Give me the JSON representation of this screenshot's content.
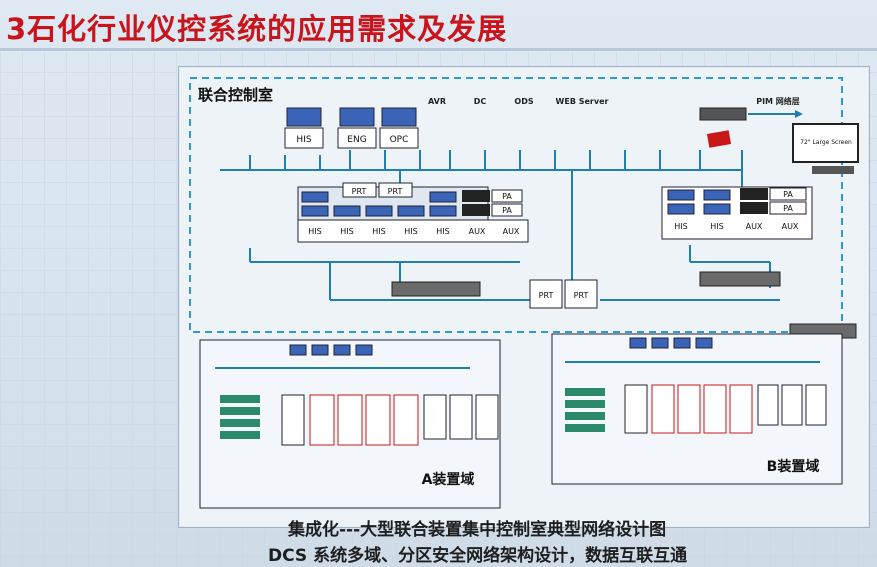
{
  "slide": {
    "title": "3石化行业仪控系统的应用需求及发展"
  },
  "control_room": {
    "title": "联合控制室",
    "top_labels": [
      "AVR",
      "DC",
      "ODS",
      "WEB Server",
      "PIM 网络层"
    ],
    "stations": [
      "HIS",
      "ENG",
      "OPC"
    ],
    "large_screen": "72\" Large Screen",
    "printers": [
      "PRT",
      "PRT"
    ],
    "printers_center": [
      "PRT",
      "PRT"
    ],
    "pa": [
      "PA",
      "PA"
    ],
    "console_left": [
      "HIS",
      "HIS",
      "HIS",
      "HIS",
      "HIS",
      "AUX",
      "AUX"
    ],
    "console_right": [
      "HIS",
      "HIS",
      "AUX",
      "AUX"
    ]
  },
  "zones": {
    "a": "A装置域",
    "b": "B装置域"
  },
  "caption": {
    "line1": "集成化---大型联合装置集中控制室典型网络设计图",
    "line2": "DCS 系统多域、分区安全网络架构设计，数据互联互通"
  },
  "colors": {
    "title": "#c8141a",
    "network": "#1f7fb0",
    "dashed": "#2f9ad0",
    "accent": "#c81818"
  }
}
